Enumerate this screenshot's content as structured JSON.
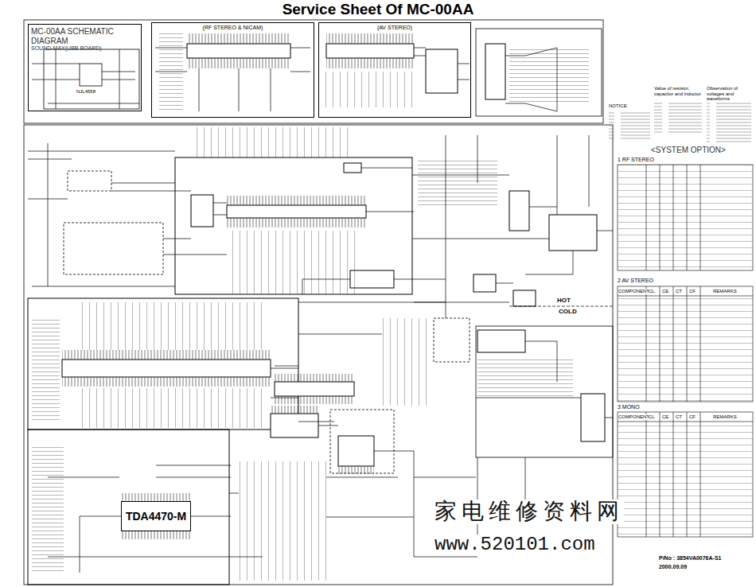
{
  "diagram": {
    "title": "Service Sheet Of MC-00AA",
    "nodes": [
      {
        "text": [
          "MC-00AA SCHEMATIC DIAGRAM",
          "SOUND-MAX(UBB BOARD)"
        ]
      },
      {
        "text": [
          "(RF STEREO & NICAM)"
        ]
      },
      {
        "text": [
          "(AV STEREO)"
        ]
      },
      {
        "text": [
          "TDA4470-M"
        ]
      },
      {
        "text": [
          "1 RF STEREO"
        ]
      },
      {
        "text": [
          "2 AV STEREO"
        ]
      },
      {
        "text": [
          "3 MONO"
        ]
      }
    ],
    "labels": [
      "NJL4558",
      "HOT",
      "COLD",
      "NOTICE",
      "Value of resistor, capacitor and inductor",
      "Observation of voltages and waveforms",
      "<SYSTEM OPTION>",
      "COMPONENT",
      "CL",
      "CE",
      "CT",
      "CF",
      "REMARKS",
      "COMPONENT",
      "CL",
      "CE",
      "CT",
      "CF",
      "REMARKS",
      "家电维修资料网",
      "www.520101.com",
      "P/No : 3854VA0076A-S1",
      "2000.09.09"
    ]
  }
}
